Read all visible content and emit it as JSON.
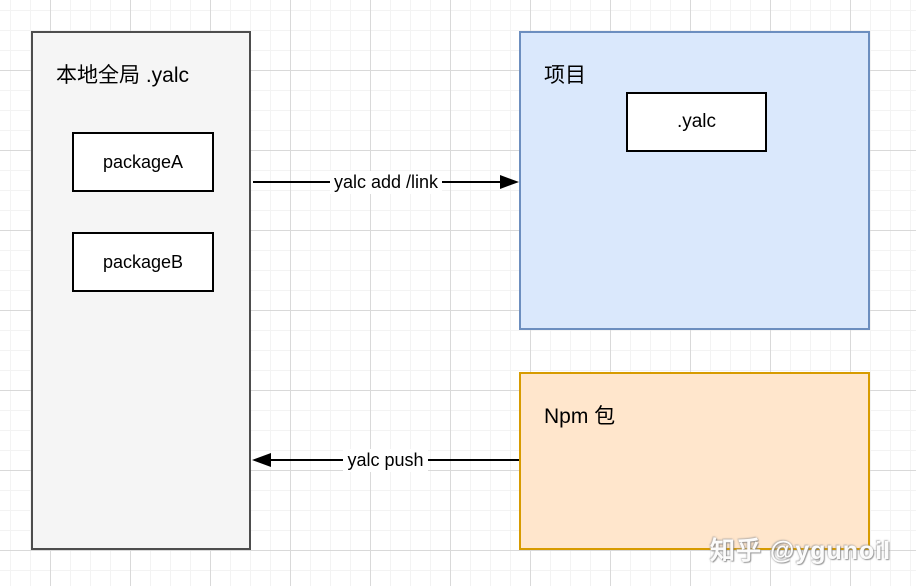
{
  "diagram": {
    "local_store": {
      "title": "本地全局 .yalc",
      "packages": [
        "packageA",
        "packageB"
      ]
    },
    "project": {
      "title": "项目",
      "child": ".yalc"
    },
    "npm": {
      "title": "Npm 包"
    },
    "arrows": {
      "add_link": "yalc add /link",
      "push": "yalc push"
    }
  },
  "watermark": "知乎 @ygunoil",
  "colors": {
    "local_fill": "#f5f5f5",
    "local_stroke": "#4d4d4d",
    "project_fill": "#dae8fc",
    "project_stroke": "#6c8ebf",
    "npm_fill": "#ffe6cc",
    "npm_stroke": "#d79b00",
    "inner_box_fill": "#ffffff",
    "inner_box_stroke": "#000000",
    "arrow": "#000000",
    "grid_minor": "#f3f3f3",
    "grid_major": "#d9d9d9"
  }
}
